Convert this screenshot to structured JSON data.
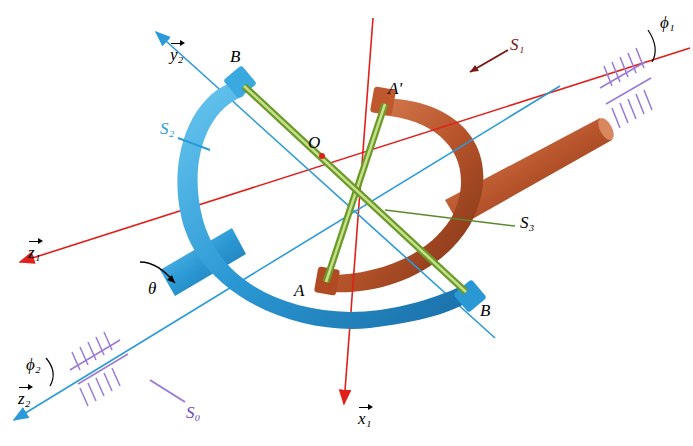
{
  "diagram": {
    "labels": [
      "ϕ₁",
      "S₁",
      "A'",
      "y₂",
      "B",
      "S₂",
      "O",
      "S₃",
      "A",
      "B",
      "z₁",
      "θ",
      "x₁",
      "ϕ₂",
      "z₂",
      "S₀"
    ]
  }
}
